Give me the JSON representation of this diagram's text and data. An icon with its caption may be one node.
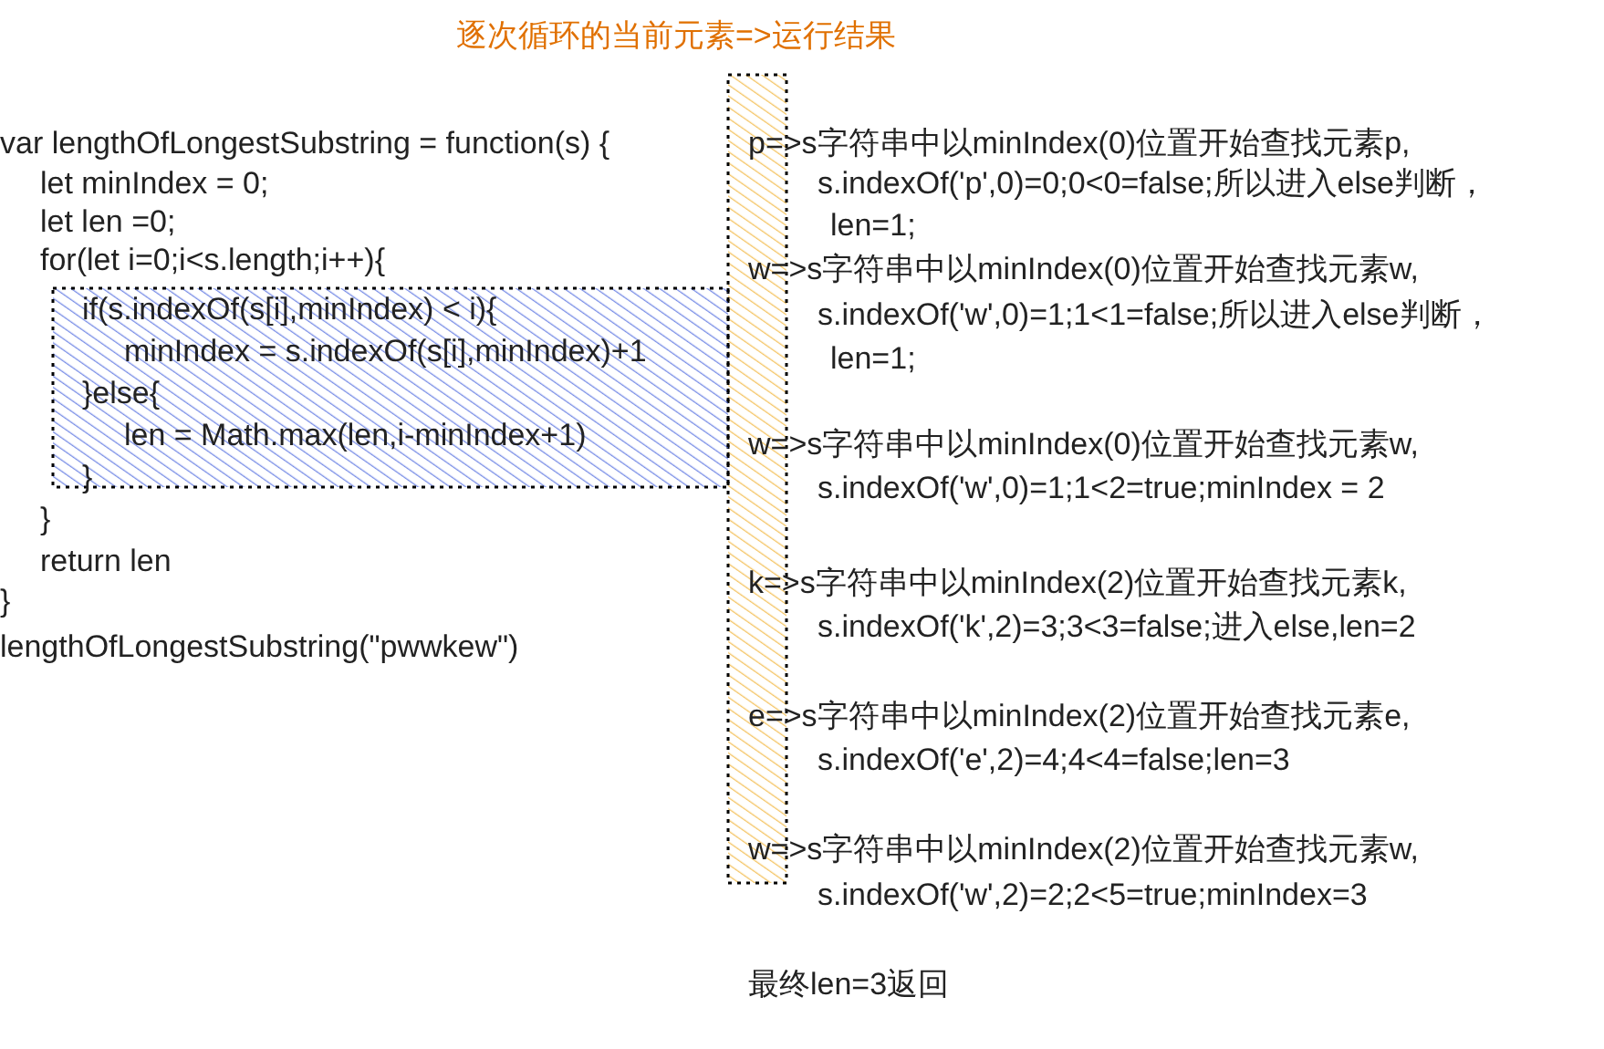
{
  "diagram": {
    "title": "逐次循环的当前元素=>运行结果",
    "nodes": [
      {
        "text": [],
        "shape": "box"
      },
      {
        "text": [
          "if(s.indexOf(s[i],minIndex) < i){",
          "minIndex = s.indexOf(s[i],minIndex)+1",
          "}else{",
          "len = Math.max(len,i-minIndex+1)",
          "}"
        ]
      }
    ],
    "labels": [
      "var lengthOfLongestSubstring = function(s) {",
      "let minIndex = 0;",
      "let len =0;",
      "for(let i=0;i<s.length;i++){",
      "}",
      "return len",
      "}",
      "lengthOfLongestSubstring(\"pwwkew\")",
      "p=>s字符串中以minIndex(0)位置开始查找元素p,",
      "s.indexOf('p',0)=0;0<0=false;所以进入else判断，",
      "len=1;",
      "w=>s字符串中以minIndex(0)位置开始查找元素w,",
      "s.indexOf('w',0)=1;1<1=false;所以进入else判断，",
      "len=1;",
      "w=>s字符串中以minIndex(0)位置开始查找元素w,",
      "s.indexOf('w',0)=1;1<2=true;minIndex = 2",
      "k=>s字符串中以minIndex(2)位置开始查找元素k,",
      "s.indexOf('k',2)=3;3<3=false;进入else,len=2",
      "e=>s字符串中以minIndex(2)位置开始查找元素e,",
      "s.indexOf('e',2)=4;4<4=false;len=3",
      "w=>s字符串中以minIndex(2)位置开始查找元素w,",
      "s.indexOf('w',2)=2;2<5=true;minIndex=3",
      "最终len=3返回"
    ]
  }
}
